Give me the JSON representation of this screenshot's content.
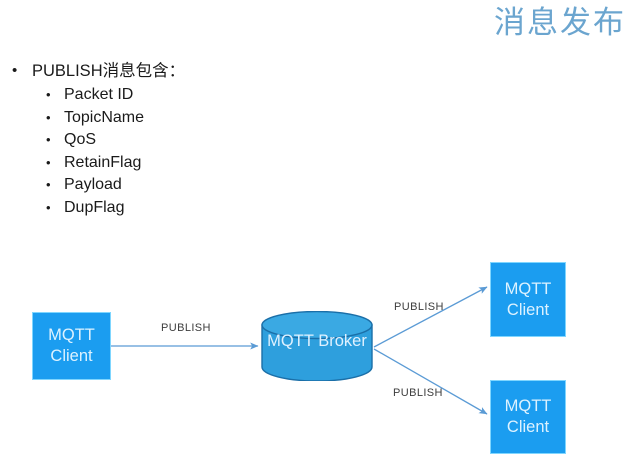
{
  "slide": {
    "title": "消息发布"
  },
  "content": {
    "bullet_marker": "•",
    "main_bullet": "PUBLISH消息包含：",
    "sub_items": [
      "Packet ID",
      "TopicName",
      "QoS",
      "RetainFlag",
      "Payload",
      "DupFlag"
    ]
  },
  "diagram": {
    "nodes": {
      "client_left": {
        "line1": "MQTT",
        "line2": "Client"
      },
      "broker": {
        "line1": "MQTT",
        "line2": "Broker"
      },
      "client_top": {
        "line1": "MQTT",
        "line2": "Client"
      },
      "client_bottom": {
        "line1": "MQTT",
        "line2": "Client"
      }
    },
    "edges": {
      "left_to_broker": "PUBLISH",
      "broker_to_top": "PUBLISH",
      "broker_to_bottom": "PUBLISH"
    }
  },
  "colors": {
    "title": "#6ba5cf",
    "node_fill": "#1b9df0",
    "node_border": "#7fd6ff",
    "node_text": "#ddf2ff",
    "cylinder_fill": "#2e9fdd",
    "cylinder_stroke": "#1b6fa8",
    "arrow": "#5b9bd5",
    "text": "#1a1a1a",
    "background": "#ffffff"
  }
}
